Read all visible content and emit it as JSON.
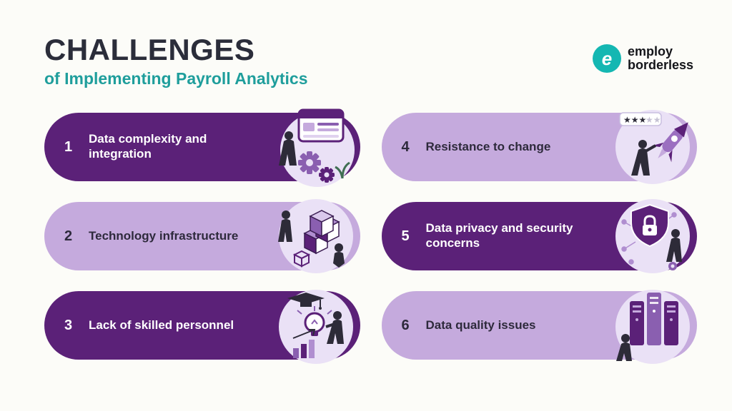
{
  "header": {
    "title": "CHALLENGES",
    "subtitle": "of Implementing Payroll Analytics",
    "title_color": "#2b2d3a",
    "subtitle_color": "#1f9e9c"
  },
  "logo": {
    "mark": "e",
    "line1": "employ",
    "line2": "borderless",
    "mark_color": "#14b7b2",
    "text_color": "#14151a"
  },
  "colors": {
    "background": "#fcfcf8",
    "dark_pill": "#5b2178",
    "light_pill": "#c5aadd",
    "dark_pill_text": "#ffffff",
    "light_pill_text": "#2e2a3c",
    "illustration_bg": "#eae1f6"
  },
  "items": [
    {
      "number": "1",
      "label": "Data complexity and integration",
      "theme": "dark",
      "icon": "data-complexity-illustration"
    },
    {
      "number": "2",
      "label": "Technology infrastructure",
      "theme": "light",
      "icon": "technology-cubes-illustration"
    },
    {
      "number": "3",
      "label": "Lack of skilled personnel",
      "theme": "dark",
      "icon": "skills-education-illustration"
    },
    {
      "number": "4",
      "label": "Resistance to change",
      "theme": "light",
      "icon": "change-rocket-illustration"
    },
    {
      "number": "5",
      "label": "Data privacy and security concerns",
      "theme": "dark",
      "icon": "security-shield-illustration"
    },
    {
      "number": "6",
      "label": "Data quality issues",
      "theme": "light",
      "icon": "data-quality-servers-illustration"
    }
  ]
}
